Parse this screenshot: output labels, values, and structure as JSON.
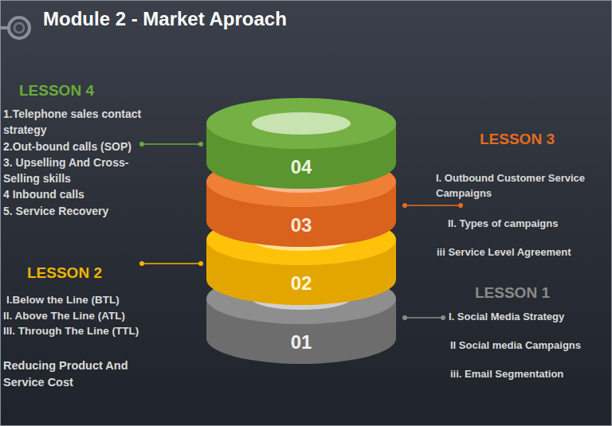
{
  "diagram": {
    "title": "Module 2 - Market Aproach",
    "nodes": [
      {
        "text": [
          "04"
        ]
      },
      {
        "text": [
          "03"
        ]
      },
      {
        "text": [
          "02"
        ]
      },
      {
        "text": [
          "01"
        ]
      }
    ],
    "labels": [
      "LESSON 4",
      "1.Telephone sales contact strategy",
      "2.Out-bound calls (SOP)",
      "3. Upselling And Cross-Selling skills",
      "4 Inbound calls",
      "5. Service Recovery",
      "LESSON 3",
      "I. Outbound Customer Service Campaigns",
      "II. Types of campaigns",
      "iii Service Level Agreement",
      "LESSON 2",
      "I.Below the Line (BTL)",
      "II. Above The Line (ATL)",
      "III. Through The Line (TTL)",
      "Reducing Product And Service Cost",
      "LESSON 1",
      "I. Social Media Strategy",
      "II Social media Campaigns",
      "iii. Email Segmentation"
    ]
  }
}
